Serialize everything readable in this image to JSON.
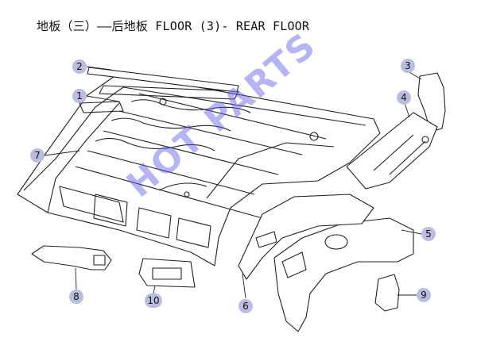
{
  "title": "地板（三）——后地板 FLOOR (3)- REAR FLOOR",
  "watermark": "HOT PARTS",
  "callouts": [
    "1",
    "2",
    "3",
    "4",
    "5",
    "6",
    "7",
    "8",
    "9",
    "10"
  ],
  "colors": {
    "line": "#222222",
    "callout_fill": "#b9bde0",
    "watermark": "#5a5ae6"
  }
}
